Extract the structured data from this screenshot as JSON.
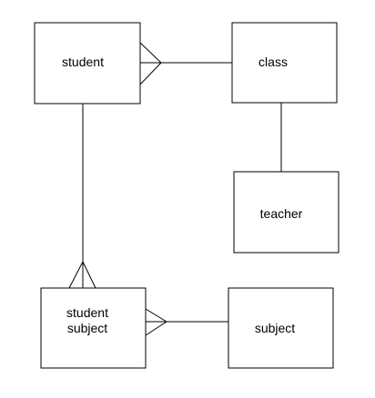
{
  "entities": {
    "student": {
      "label": "student"
    },
    "class": {
      "label": "class"
    },
    "teacher": {
      "label": "teacher"
    },
    "student_subject": {
      "label_line1": "student",
      "label_line2": "subject"
    },
    "subject": {
      "label": "subject"
    }
  },
  "relationships": [
    {
      "from": "student",
      "to": "class",
      "from_cardinality": "many",
      "to_cardinality": "one"
    },
    {
      "from": "class",
      "to": "teacher",
      "from_cardinality": "one",
      "to_cardinality": "one"
    },
    {
      "from": "student",
      "to": "student_subject",
      "from_cardinality": "one",
      "to_cardinality": "many"
    },
    {
      "from": "student_subject",
      "to": "subject",
      "from_cardinality": "many",
      "to_cardinality": "one"
    }
  ],
  "colors": {
    "line": "#000000",
    "background": "#ffffff"
  }
}
